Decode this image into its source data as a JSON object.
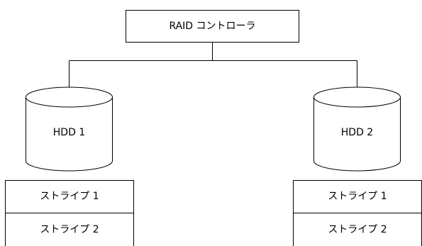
{
  "controller": {
    "label": "RAID コントローラ"
  },
  "disks": [
    {
      "label": "HDD 1",
      "stripes": [
        "ストライプ 1",
        "ストライプ 2"
      ]
    },
    {
      "label": "HDD 2",
      "stripes": [
        "ストライプ 1",
        "ストライプ 2"
      ]
    }
  ]
}
